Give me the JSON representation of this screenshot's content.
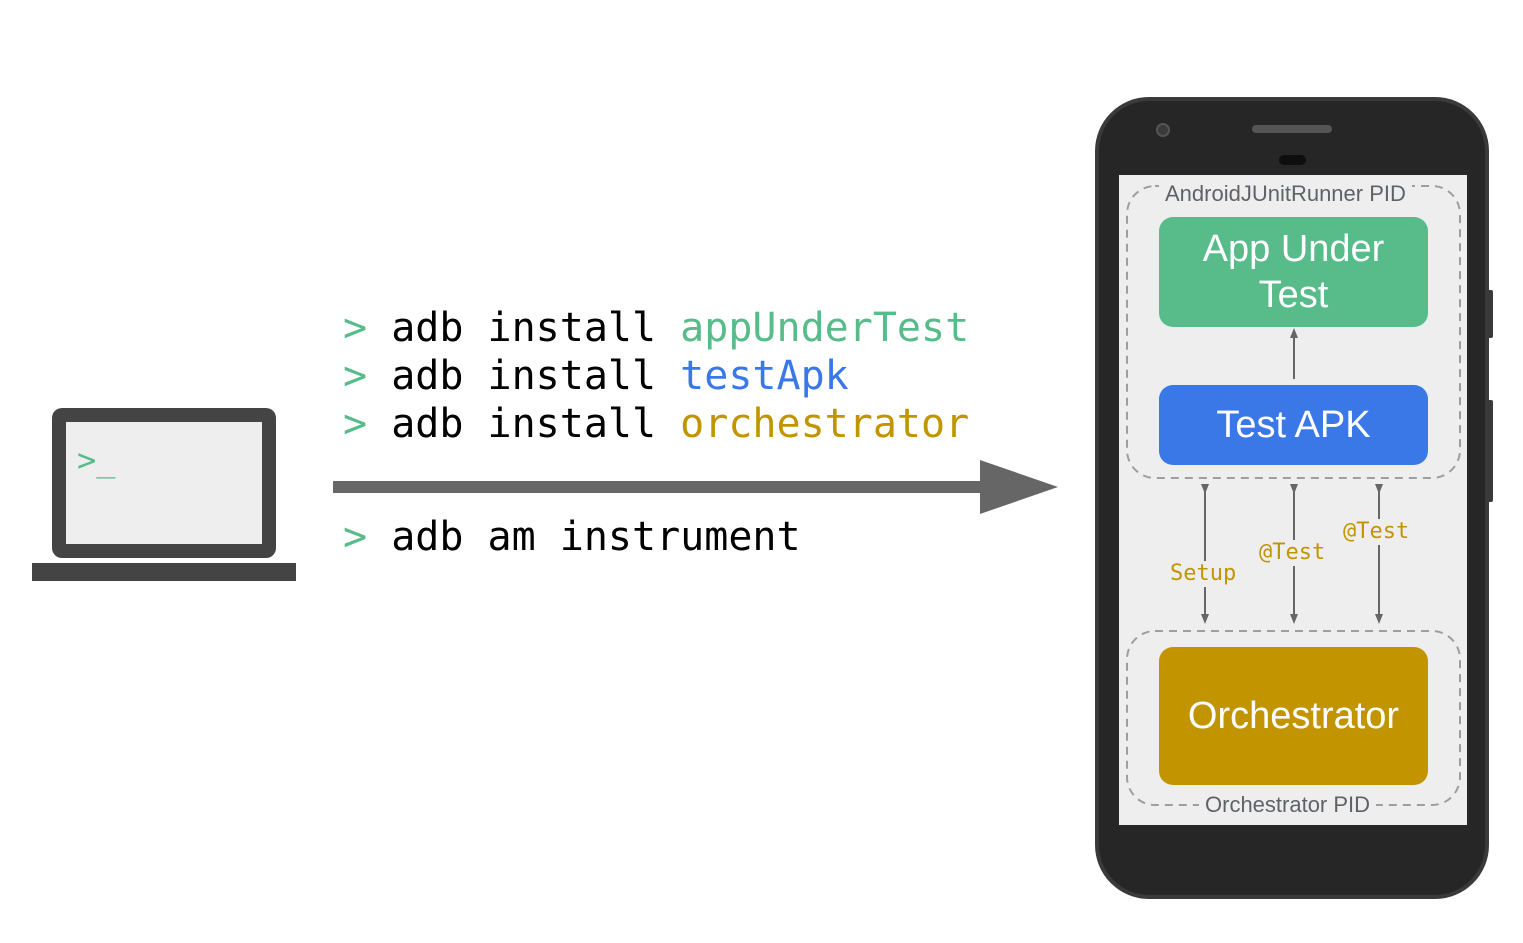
{
  "commands": [
    {
      "prompt": ">",
      "text": "adb install ",
      "arg": "appUnderTest",
      "arg_color": "#57bb8a"
    },
    {
      "prompt": ">",
      "text": "adb install ",
      "arg": "testApk",
      "arg_color": "#3b78e7"
    },
    {
      "prompt": ">",
      "text": "adb install ",
      "arg": "orchestrator",
      "arg_color": "#c29500"
    },
    {
      "prompt": ">",
      "text": "adb am instrument",
      "arg": "",
      "arg_color": "#000000"
    }
  ],
  "laptop": {
    "screen_prompt": ">_",
    "prompt_color": "#57bb8a"
  },
  "phone": {
    "runner_pid_label": "AndroidJUnitRunner PID",
    "orchestrator_pid_label": "Orchestrator PID",
    "app_under_test": {
      "label_line1": "App Under",
      "label_line2": "Test",
      "color": "#57bb8a"
    },
    "test_apk": {
      "label": "Test APK",
      "color": "#3b78e7"
    },
    "orchestrator": {
      "label": "Orchestrator",
      "color": "#c29500"
    },
    "arrow_labels": [
      "Setup",
      "@Test",
      "@Test"
    ],
    "arrow_label_color": "#c29500"
  },
  "colors": {
    "dark_gray": "#444444",
    "arrow_gray": "#666666",
    "screen_bg": "#eeeeee"
  }
}
